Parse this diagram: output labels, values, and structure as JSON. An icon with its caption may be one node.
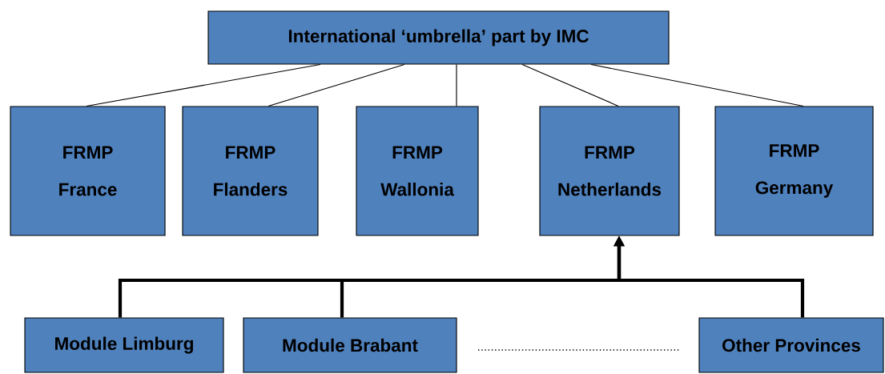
{
  "diagram": {
    "nodes": [
      {
        "text": [
          "International ‘umbrella’ part by IMC"
        ]
      },
      {
        "text": [
          "FRMP",
          "France"
        ]
      },
      {
        "text": [
          "FRMP",
          "Flanders"
        ]
      },
      {
        "text": [
          "FRMP",
          "Wallonia"
        ]
      },
      {
        "text": [
          "FRMP",
          "Netherlands"
        ]
      },
      {
        "text": [
          "FRMP",
          "Germany"
        ]
      },
      {
        "text": [
          "Module Limburg"
        ]
      },
      {
        "text": [
          "Module Brabant"
        ]
      },
      {
        "text": [
          "Other Provinces"
        ]
      }
    ],
    "edges": [
      {
        "from": 0,
        "to": 1,
        "arrow": "none"
      },
      {
        "from": 0,
        "to": 2,
        "arrow": "none"
      },
      {
        "from": 0,
        "to": 3,
        "arrow": "none"
      },
      {
        "from": 0,
        "to": 4,
        "arrow": "none"
      },
      {
        "from": 0,
        "to": 5,
        "arrow": "none"
      },
      {
        "from": 6,
        "to": 4,
        "arrow": "to",
        "style": "thick"
      },
      {
        "from": 7,
        "to": 4,
        "arrow": "to",
        "style": "thick"
      },
      {
        "from": 8,
        "to": 4,
        "arrow": "to",
        "style": "thick"
      }
    ]
  }
}
